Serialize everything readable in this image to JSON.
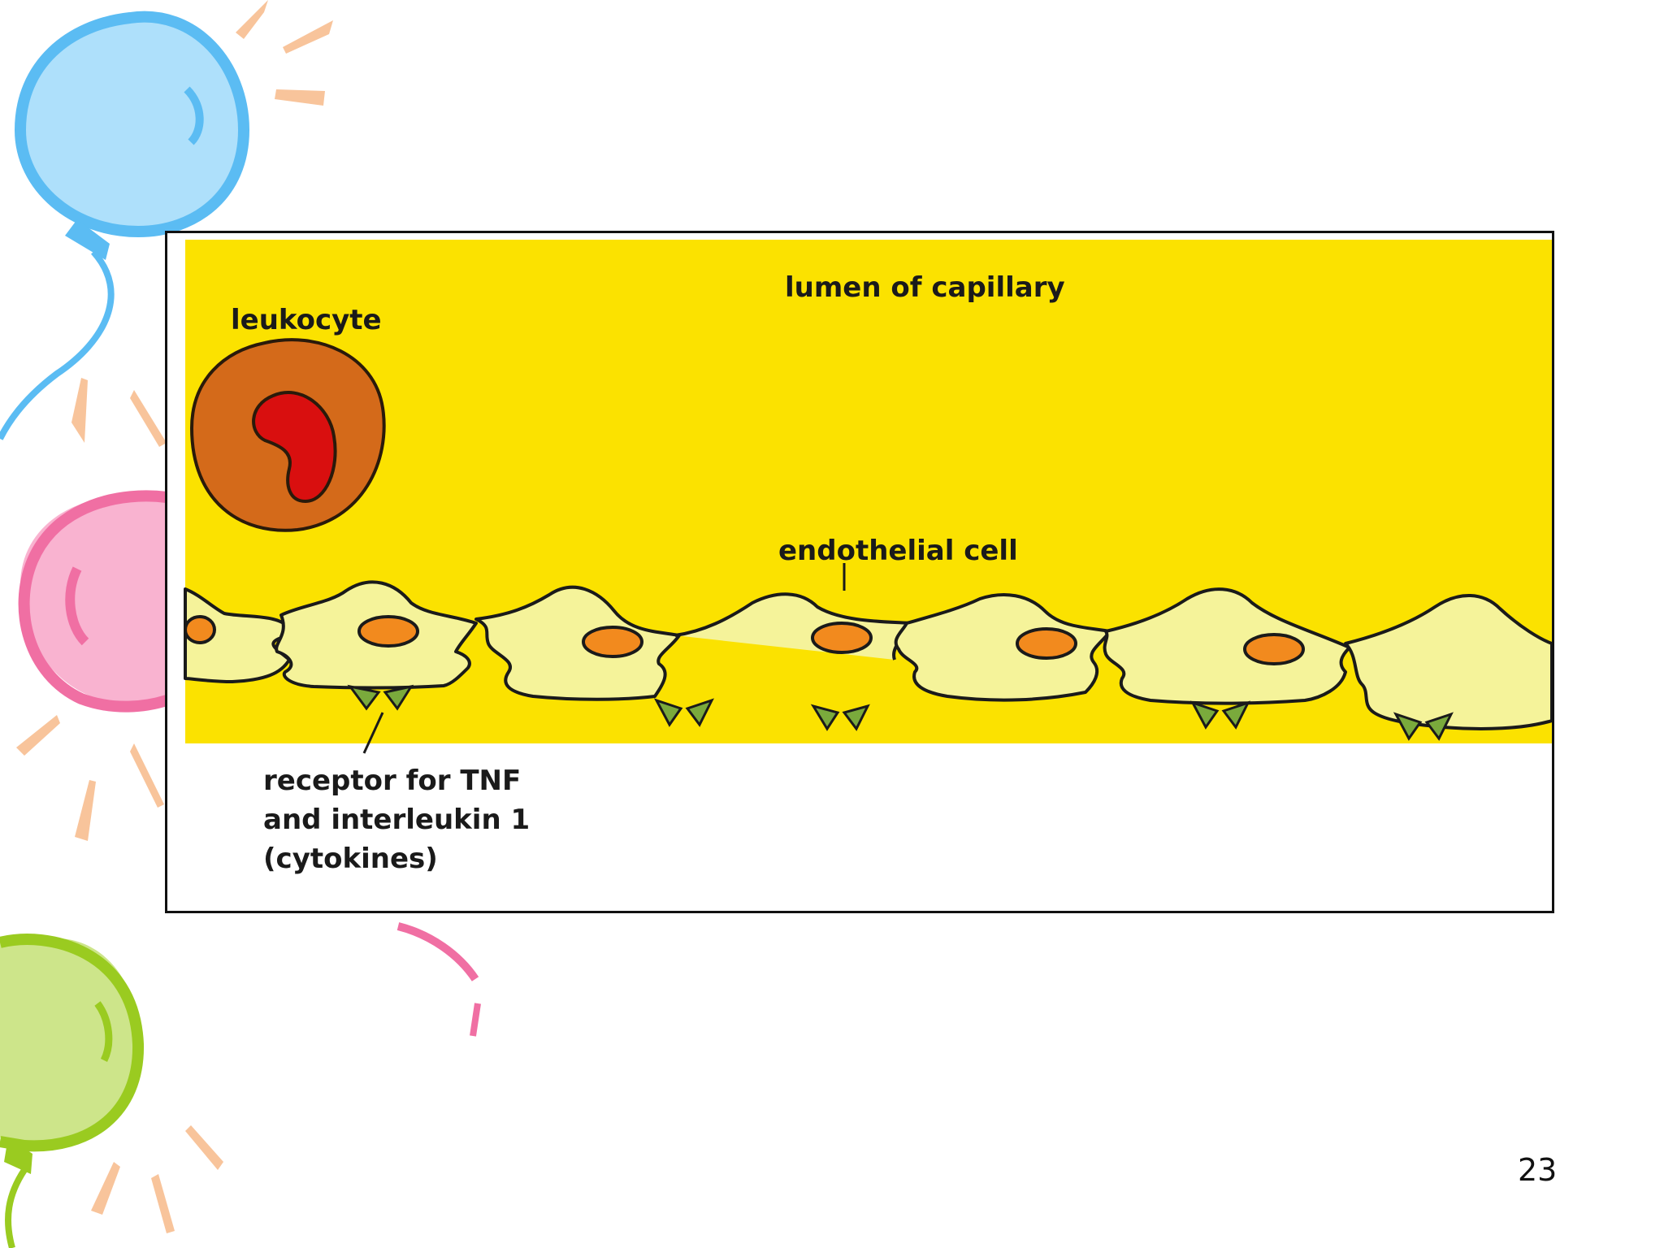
{
  "diagram": {
    "labels": {
      "lumen": "lumen of capillary",
      "leukocyte": "leukocyte",
      "endothelial_cell": "endothelial cell",
      "receptor": [
        "receptor for TNF",
        "and interleukin 1",
        "(cytokines)"
      ]
    }
  },
  "slide": {
    "page_number": "23"
  },
  "colors": {
    "lumen": "#fbe200",
    "endothelial": "#f5f39a",
    "nucleus_endo": "#f28a1e",
    "leukocyte": "#d46a1a",
    "leukocyte_nucleus": "#d90f0f",
    "receptor": "#7aaa3c",
    "balloon_blue": "#62c2f5",
    "balloon_pink": "#f47aaa",
    "balloon_green": "#a6d12e",
    "ray_orange": "#f7b98a"
  }
}
